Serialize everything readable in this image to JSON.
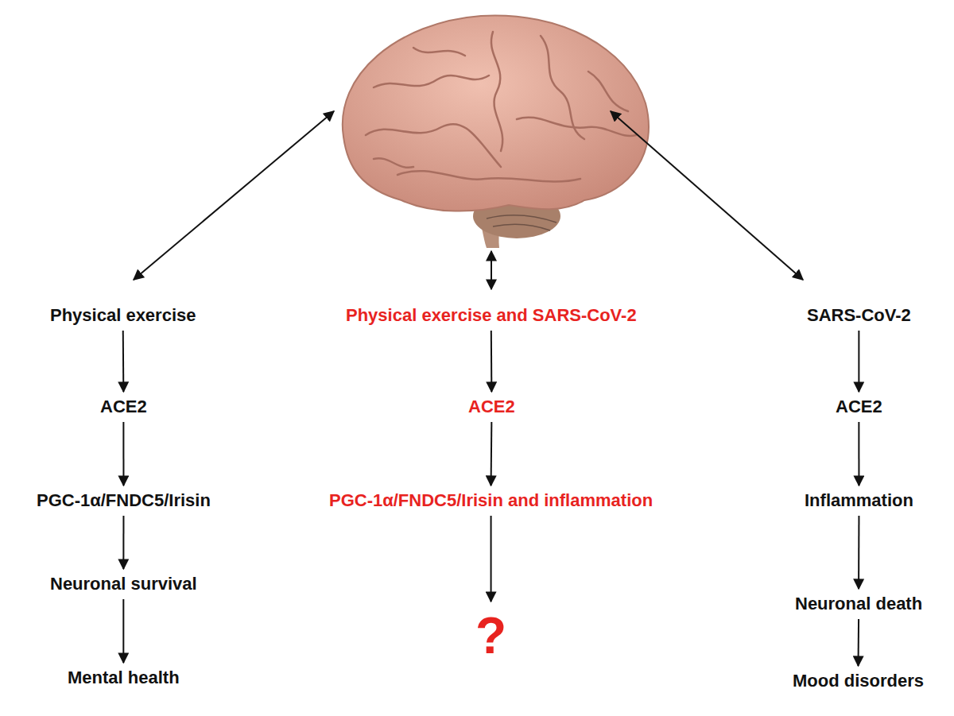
{
  "diagram": {
    "nodes": [
      {
        "text": [
          "Physical exercise"
        ]
      },
      {
        "text": [
          "ACE2"
        ]
      },
      {
        "text": [
          "PGC-1α/FNDC5/Irisin"
        ]
      },
      {
        "text": [
          "Neuronal survival"
        ]
      },
      {
        "text": [
          "Mental health"
        ]
      },
      {
        "text": [
          "Physical exercise and SARS-CoV-2"
        ]
      },
      {
        "text": [
          "ACE2"
        ]
      },
      {
        "text": [
          "PGC-1α/FNDC5/Irisin and inflammation"
        ]
      },
      {
        "text": [
          "?"
        ]
      },
      {
        "text": [
          "SARS-CoV-2"
        ]
      },
      {
        "text": [
          "ACE2"
        ]
      },
      {
        "text": [
          "Inflammation"
        ]
      },
      {
        "text": [
          "Neuronal death"
        ]
      },
      {
        "text": [
          "Mood disorders"
        ]
      }
    ],
    "edges": [
      {
        "from": 0,
        "to": 1,
        "arrow": "to"
      },
      {
        "from": 1,
        "to": 2,
        "arrow": "to"
      },
      {
        "from": 2,
        "to": 3,
        "arrow": "to"
      },
      {
        "from": 3,
        "to": 4,
        "arrow": "to"
      },
      {
        "from": 5,
        "to": 6,
        "arrow": "to"
      },
      {
        "from": 6,
        "to": 7,
        "arrow": "to"
      },
      {
        "from": 7,
        "to": 8,
        "arrow": "to"
      },
      {
        "from": 9,
        "to": 10,
        "arrow": "to"
      },
      {
        "from": 10,
        "to": 11,
        "arrow": "to"
      },
      {
        "from": 11,
        "to": 12,
        "arrow": "to"
      },
      {
        "from": 12,
        "to": 13,
        "arrow": "to"
      }
    ]
  }
}
